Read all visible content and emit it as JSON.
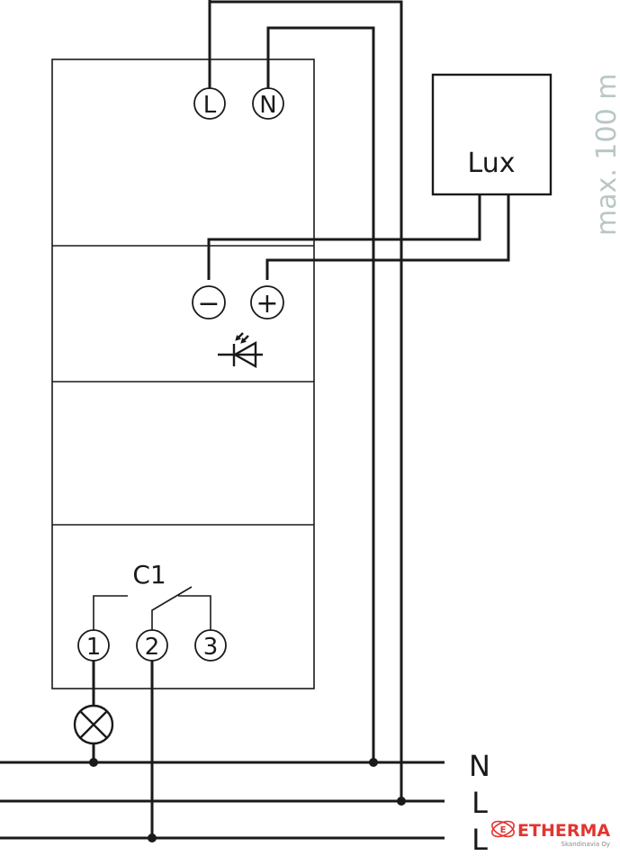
{
  "terminals": {
    "L": "L",
    "N": "N",
    "minus": "−",
    "plus": "+",
    "t1": "1",
    "t2": "2",
    "t3": "3"
  },
  "sensor": {
    "label": "Lux"
  },
  "relay": {
    "label": "C1"
  },
  "distance": {
    "label": "max. 100 m"
  },
  "rails": {
    "n": "N",
    "l1": "L",
    "l2": "L"
  },
  "brand": {
    "name": "ETHERMA",
    "sub": "Skandinavia Oy",
    "logo_letter": "E",
    "color": "#e3342f"
  },
  "colors": {
    "line": "#1a1a1a",
    "distance_text": "#b9c6c6"
  }
}
